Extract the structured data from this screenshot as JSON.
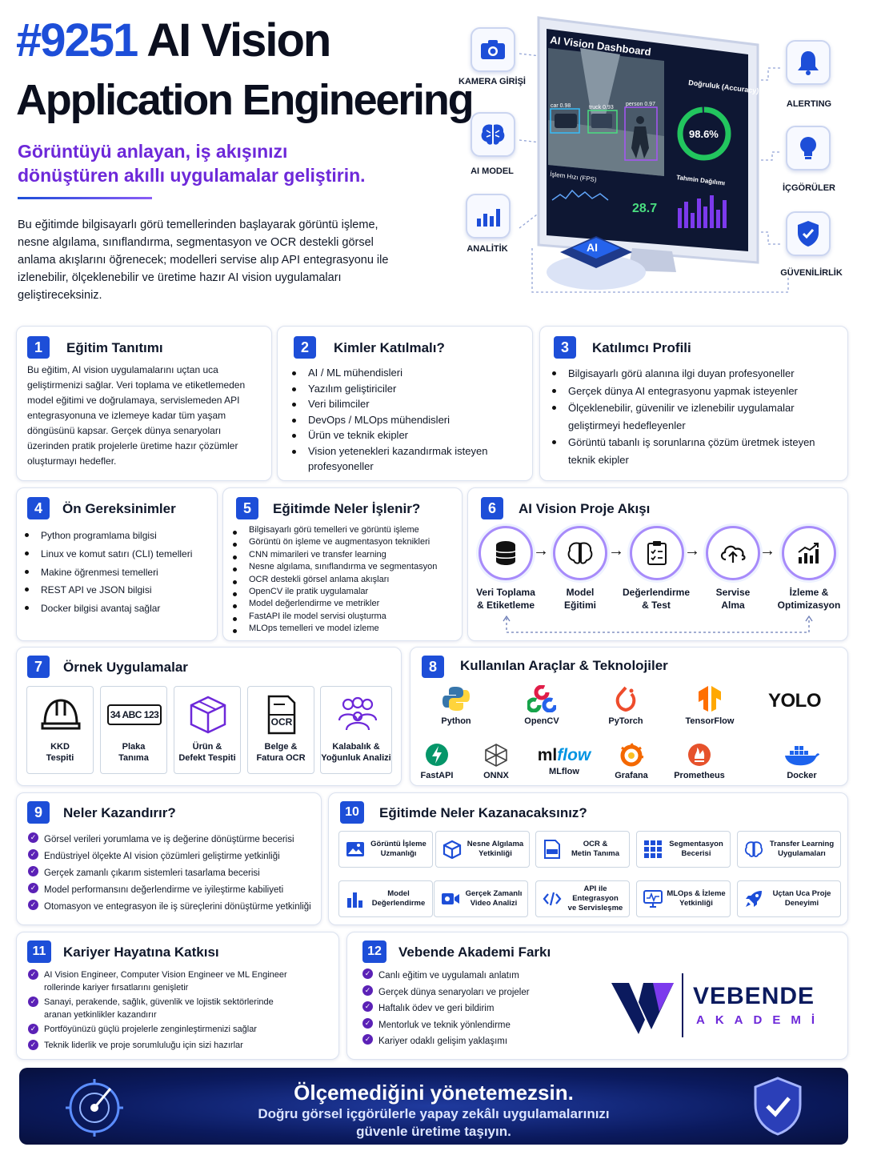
{
  "header": {
    "title_num": "#9251",
    "title_rest_1": "AI Vision",
    "title_line_2": "Application Engineering",
    "subtitle_1": "Görüntüyü anlayan, iş akışınızı",
    "subtitle_2": "dönüştüren akıllı uygulamalar geliştirin.",
    "intro": "Bu eğitimde bilgisayarlı görü temellerinden başlayarak görüntü işleme, nesne algılama, sınıflandırma, segmentasyon ve OCR destekli görsel anlama akışlarını öğrenecek; modelleri servise alıp API entegrasyonu ile izlenebilir, ölçeklenebilir ve üretime hazır AI vision uygulamaları geliştireceksiniz."
  },
  "hero": {
    "dashboard_title": "AI Vision Dashboard",
    "accuracy_label": "Doğruluk (Accuracy)",
    "accuracy_value": "98.6%",
    "accuracy_fraction": 0.986,
    "fps_label": "İşlem Hızı (FPS)",
    "fps_value": "28.7",
    "dist_label": "Tahmin Dağılımı",
    "det_car": "car 0.98",
    "det_truck": "truck 0.93",
    "det_person": "person 0.97",
    "chip_label": "AI",
    "side_left": [
      "KAMERA GİRİŞİ",
      "AI MODEL",
      "ANALİTİK"
    ],
    "side_right": [
      "ALERTING",
      "İÇGÖRÜLER",
      "GÜVENİLİRLİK"
    ]
  },
  "s1": {
    "num": "1",
    "title": "Eğitim Tanıtımı",
    "text": "Bu eğitim, AI vision uygulamalarını uçtan uca geliştirmenizi sağlar. Veri toplama ve etiketlemeden model eğitimi ve doğrulamaya, servislemeden API entegrasyonuna ve izlemeye kadar tüm yaşam döngüsünü kapsar. Gerçek dünya senaryoları üzerinden pratik projelerle üretime hazır çözümler oluşturmayı hedefler."
  },
  "s2": {
    "num": "2",
    "title": "Kimler Katılmalı?",
    "items": [
      "AI / ML mühendisleri",
      "Yazılım geliştiriciler",
      "Veri bilimciler",
      "DevOps / MLOps mühendisleri",
      "Ürün ve teknik ekipler",
      "Vision yetenekleri kazandırmak isteyen profesyoneller"
    ]
  },
  "s3": {
    "num": "3",
    "title": "Katılımcı Profili",
    "items": [
      "Bilgisayarlı görü alanına ilgi duyan profesyoneller",
      "Gerçek dünya AI entegrasyonu yapmak isteyenler",
      "Ölçeklenebilir, güvenilir ve izlenebilir uygulamalar geliştirmeyi hedefleyenler",
      "Görüntü tabanlı iş sorunlarına çözüm üretmek isteyen teknik ekipler"
    ]
  },
  "s4": {
    "num": "4",
    "title": "Ön Gereksinimler",
    "items": [
      "Python programlama bilgisi",
      "Linux ve komut satırı (CLI) temelleri",
      "Makine öğrenmesi temelleri",
      "REST API ve JSON bilgisi",
      "Docker bilgisi avantaj sağlar"
    ]
  },
  "s5": {
    "num": "5",
    "title": "Eğitimde Neler İşlenir?",
    "items": [
      "Bilgisayarlı görü temelleri ve görüntü işleme",
      "Görüntü ön işleme ve augmentasyon teknikleri",
      "CNN mimarileri ve transfer learning",
      "Nesne algılama, sınıflandırma ve segmentasyon",
      "OCR destekli görsel anlama akışları",
      "OpenCV ile pratik uygulamalar",
      "Model değerlendirme ve metrikler",
      "FastAPI ile model servisi oluşturma",
      "MLOps temelleri ve model izleme"
    ]
  },
  "s6": {
    "num": "6",
    "title": "AI Vision Proje Akışı",
    "steps": [
      {
        "l1": "Veri Toplama",
        "l2": "& Etiketleme",
        "icon": "database-icon"
      },
      {
        "l1": "Model",
        "l2": "Eğitimi",
        "icon": "brain-icon"
      },
      {
        "l1": "Değerlendirme",
        "l2": "& Test",
        "icon": "clipboard-icon"
      },
      {
        "l1": "Servise",
        "l2": "Alma",
        "icon": "cloud-upload-icon"
      },
      {
        "l1": "İzleme &",
        "l2": "Optimizasyon",
        "icon": "chart-up-icon"
      }
    ]
  },
  "s7": {
    "num": "7",
    "title": "Örnek Uygulamalar",
    "items": [
      {
        "l1": "KKD",
        "l2": "Tespiti",
        "icon": "helmet-icon"
      },
      {
        "l1": "Plaka",
        "l2": "Tanıma",
        "icon": "plate-icon",
        "plate": "34 ABC 123"
      },
      {
        "l1": "Ürün &",
        "l2": "Defekt Tespiti",
        "icon": "box-icon"
      },
      {
        "l1": "Belge &",
        "l2": "Fatura OCR",
        "icon": "ocr-doc-icon",
        "doc": "OCR"
      },
      {
        "l1": "Kalabalık &",
        "l2": "Yoğunluk Analizi",
        "icon": "crowd-icon"
      }
    ]
  },
  "s8": {
    "num": "8",
    "title": "Kullanılan Araçlar & Teknolojiler",
    "tools": [
      "Python",
      "OpenCV",
      "PyTorch",
      "TensorFlow",
      "YOLO",
      "FastAPI",
      "ONNX",
      "MLflow",
      "Grafana",
      "Prometheus",
      "Docker"
    ],
    "mlflow_logo_a": "ml",
    "mlflow_logo_b": "flow"
  },
  "s9": {
    "num": "9",
    "title": "Neler Kazandırır?",
    "items": [
      "Görsel verileri yorumlama ve iş değerine dönüştürme becerisi",
      "Endüstriyel ölçekte AI vision çözümleri geliştirme yetkinliği",
      "Gerçek zamanlı çıkarım sistemleri tasarlama becerisi",
      "Model performansını değerlendirme ve iyileştirme kabiliyeti",
      "Otomasyon ve entegrasyon ile iş süreçlerini dönüştürme yetkinliği"
    ]
  },
  "s10": {
    "num": "10",
    "title": "Eğitimde Neler Kazanacaksınız?",
    "items": [
      {
        "l1": "Görüntü İşleme",
        "l2": "Uzmanlığı",
        "icon": "image-icon"
      },
      {
        "l1": "Nesne Algılama",
        "l2": "Yetkinliği",
        "icon": "cube-icon"
      },
      {
        "l1": "OCR &",
        "l2": "Metin Tanıma",
        "icon": "ocr-icon"
      },
      {
        "l1": "Segmentasyon",
        "l2": "Becerisi",
        "icon": "grid-icon"
      },
      {
        "l1": "Transfer Learning",
        "l2": "Uygulamaları",
        "icon": "brain-icon"
      },
      {
        "l1": "Model",
        "l2": "Değerlendirme",
        "icon": "bar-chart-icon"
      },
      {
        "l1": "Gerçek Zamanlı",
        "l2": "Video Analizi",
        "icon": "video-icon"
      },
      {
        "l1": "API ile Entegrasyon",
        "l2": "ve Servisleşme",
        "icon": "code-icon"
      },
      {
        "l1": "MLOps & İzleme",
        "l2": "Yetkinliği",
        "icon": "monitor-icon"
      },
      {
        "l1": "Uçtan Uca Proje",
        "l2": "Deneyimi",
        "icon": "rocket-icon"
      }
    ]
  },
  "s11": {
    "num": "11",
    "title": "Kariyer Hayatına Katkısı",
    "items": [
      {
        "l1": "AI Vision Engineer, Computer Vision Engineer ve ML Engineer",
        "l2": "rollerinde kariyer fırsatlarını genişletir"
      },
      {
        "l1": "Sanayi, perakende, sağlık, güvenlik ve lojistik sektörlerinde",
        "l2": "aranan yetkinlikler kazandırır"
      },
      {
        "l1": "Portföyünüzü güçlü projelerle zenginleştirmenizi sağlar",
        "l2": ""
      },
      {
        "l1": "Teknik liderlik ve proje sorumluluğu için sizi hazırlar",
        "l2": ""
      }
    ]
  },
  "s12": {
    "num": "12",
    "title": "Vebende Akademi Farkı",
    "items": [
      "Canlı eğitim ve uygulamalı anlatım",
      "Gerçek dünya senaryoları ve projeler",
      "Haftalık ödev ve geri bildirim",
      "Mentorluk ve teknik yönlendirme",
      "Kariyer odaklı gelişim yaklaşımı"
    ],
    "brand_1": "VEBENDE",
    "brand_2": "AKADEMİ"
  },
  "footer": {
    "line1": "Ölçemediğini yönetemezsin.",
    "line2": "Doğru görsel içgörülerle yapay zekâlı uygulamalarınızı",
    "line3": "güvenle üretime taşıyın."
  },
  "colors": {
    "primary_blue": "#1d4ed8",
    "purple": "#6d28d9",
    "navy": "#0b1a5e"
  }
}
